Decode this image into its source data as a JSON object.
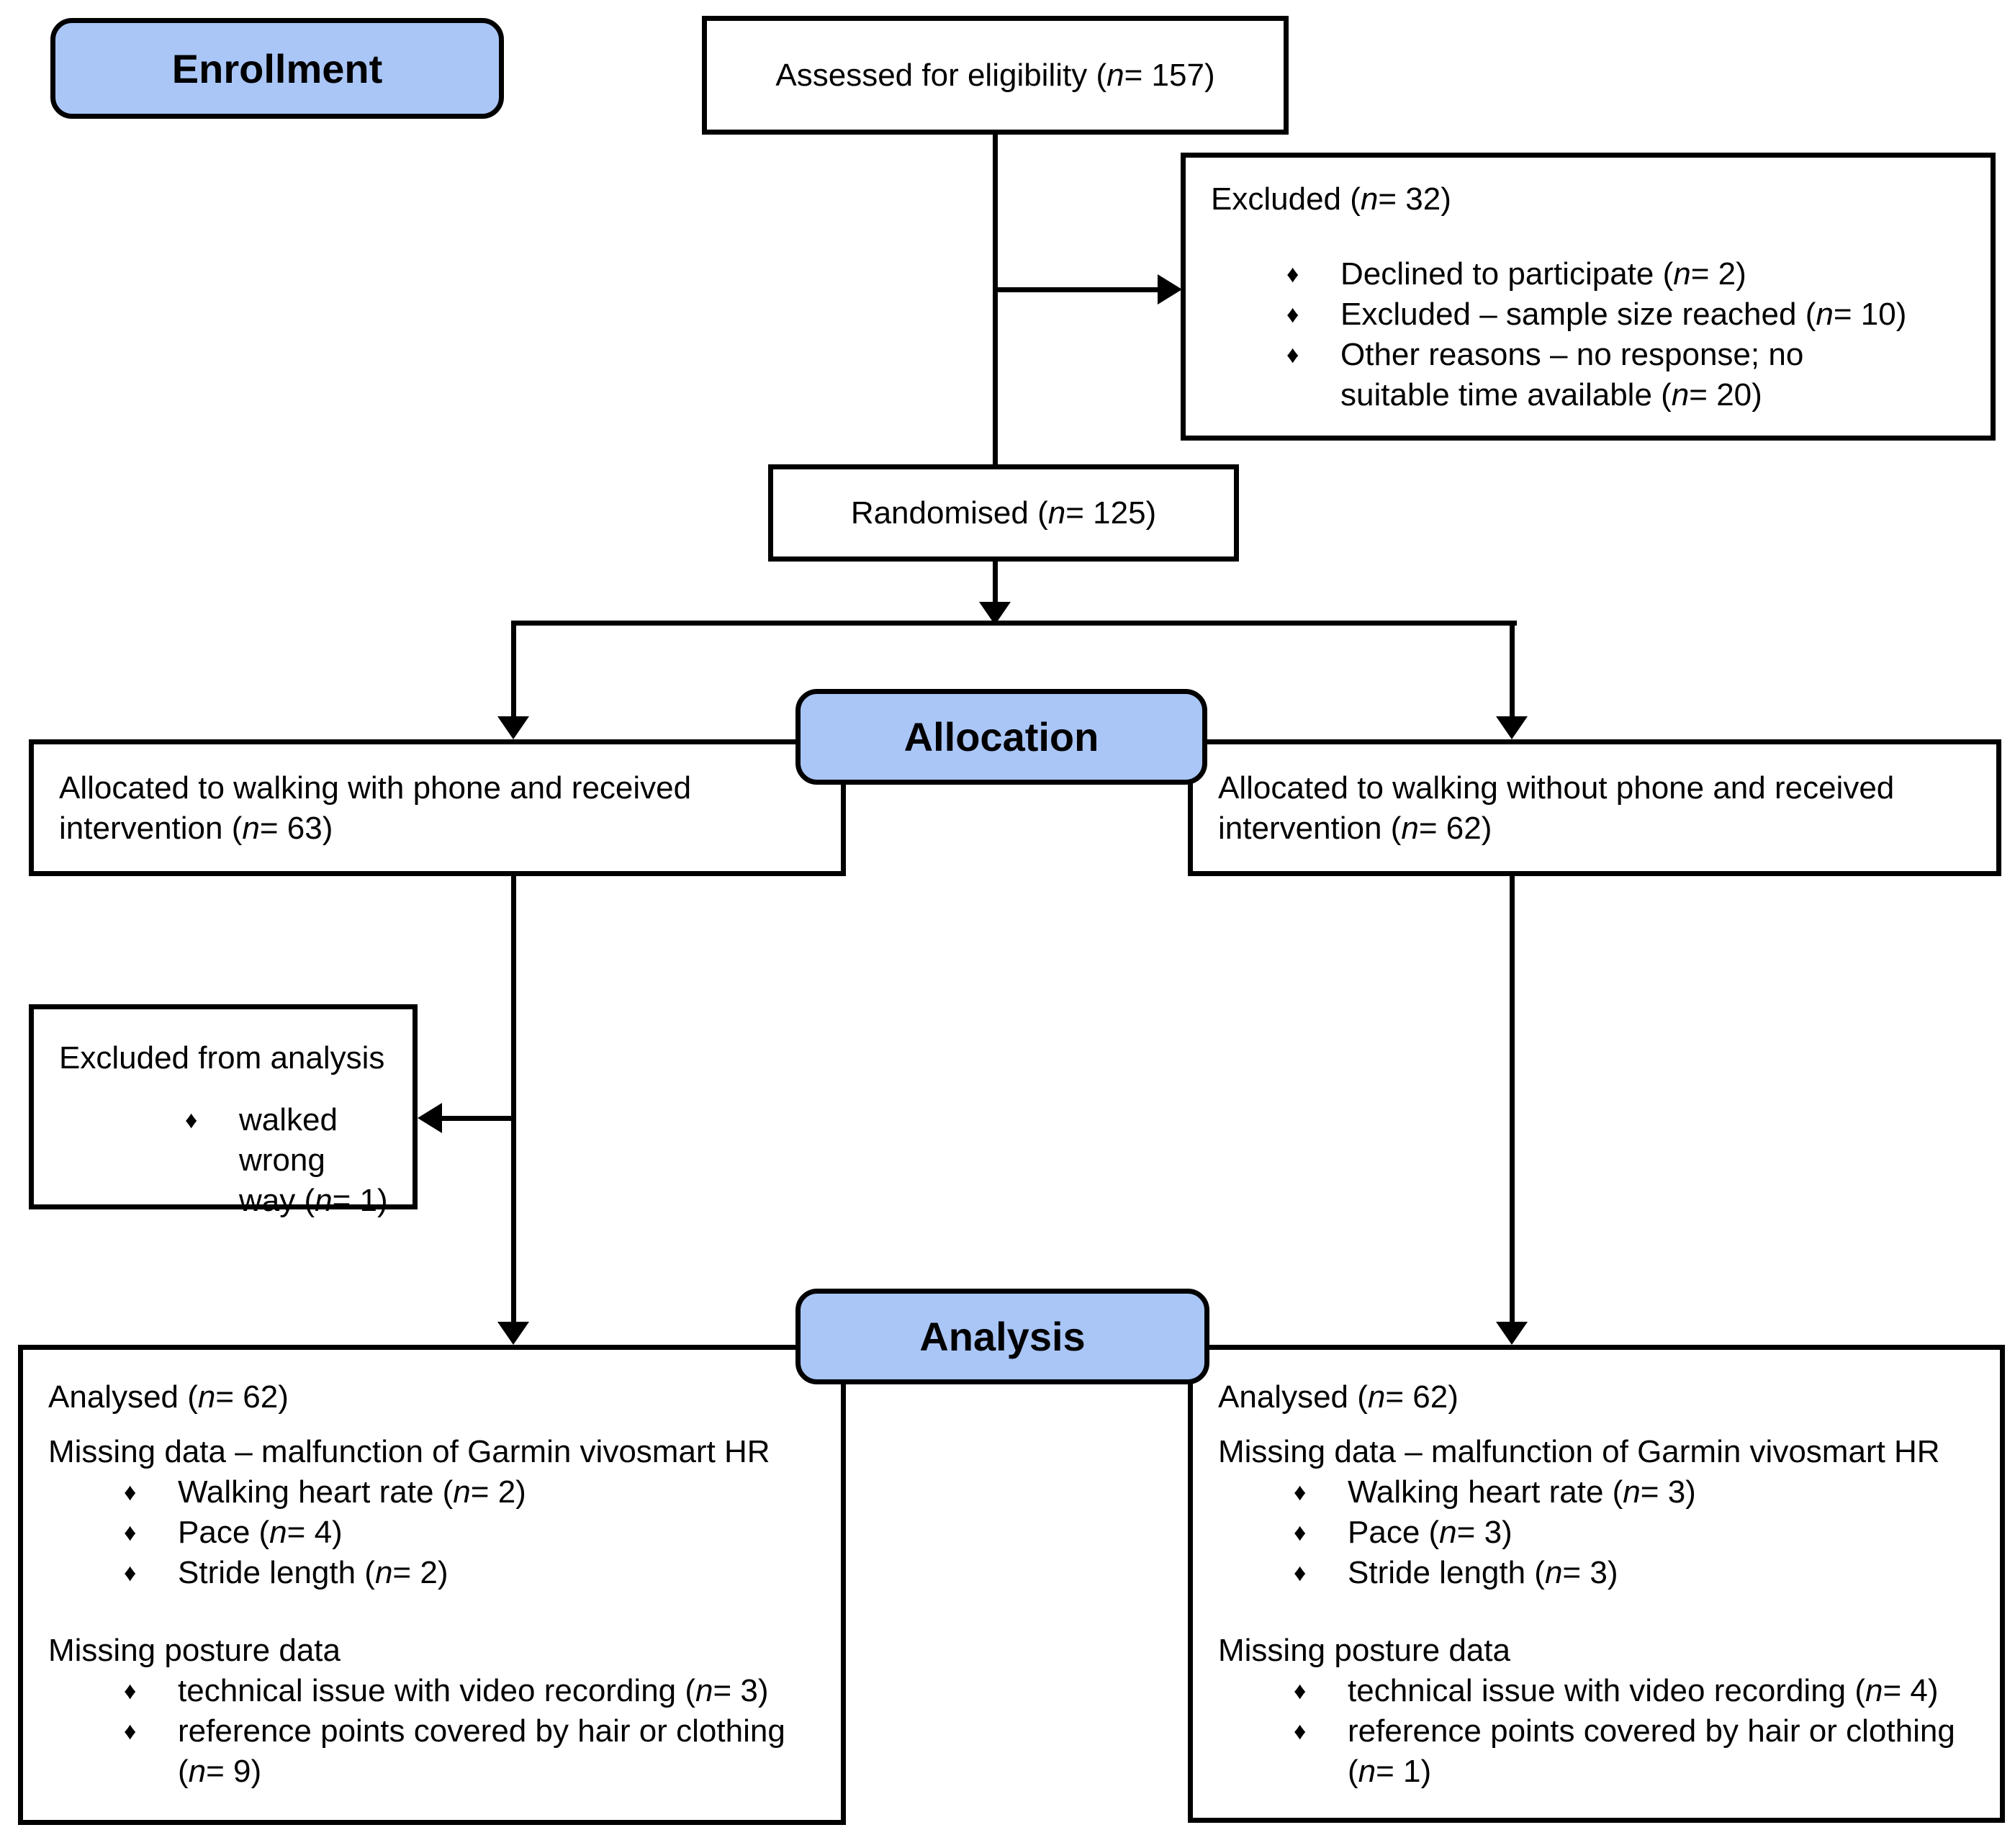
{
  "colors": {
    "label_fill": "#aac6f7",
    "line": "#000000",
    "background": "#ffffff"
  },
  "bullet_char": "♦",
  "sections": {
    "enrollment": "Enrollment",
    "allocation": "Allocation",
    "analysis": "Analysis"
  },
  "boxes": {
    "assessed": {
      "line": [
        {
          "t": "Assessed for eligibility ("
        },
        {
          "t": "n",
          "i": true
        },
        {
          "t": "= 157)"
        }
      ]
    },
    "excluded": {
      "title": [
        {
          "t": "Excluded ("
        },
        {
          "t": "n",
          "i": true
        },
        {
          "t": "= 32)"
        }
      ],
      "bullets": [
        [
          {
            "t": "Declined to participate ("
          },
          {
            "t": "n",
            "i": true
          },
          {
            "t": "= 2)"
          }
        ],
        [
          {
            "t": "Excluded – sample size reached ("
          },
          {
            "t": "n",
            "i": true
          },
          {
            "t": "= 10)"
          }
        ],
        [
          {
            "t": "Other reasons – no response; no"
          },
          {
            "br": true
          },
          {
            "t": "suitable time available ("
          },
          {
            "t": "n",
            "i": true
          },
          {
            "t": "= 20)"
          }
        ]
      ]
    },
    "randomised": {
      "line": [
        {
          "t": "Randomised ("
        },
        {
          "t": "n",
          "i": true
        },
        {
          "t": "= 125)"
        }
      ]
    },
    "alloc_left": {
      "line": [
        {
          "t": "Allocated to walking with phone and received"
        },
        {
          "br": true
        },
        {
          "t": "intervention ("
        },
        {
          "t": "n",
          "i": true
        },
        {
          "t": "= 63)"
        }
      ]
    },
    "alloc_right": {
      "line": [
        {
          "t": "Allocated to walking without phone and received"
        },
        {
          "br": true
        },
        {
          "t": "intervention ("
        },
        {
          "t": "n",
          "i": true
        },
        {
          "t": "= 62)"
        }
      ]
    },
    "excluded_analysis": {
      "title": [
        {
          "t": "Excluded from analysis"
        }
      ],
      "bullets": [
        [
          {
            "t": "walked wrong"
          },
          {
            "br": true
          },
          {
            "t": "way ("
          },
          {
            "t": "n",
            "i": true
          },
          {
            "t": "= 1)"
          }
        ]
      ]
    },
    "analysis_left": {
      "analysed": [
        {
          "t": "Analysed ("
        },
        {
          "t": "n",
          "i": true
        },
        {
          "t": "= 62)"
        }
      ],
      "missing_title": [
        {
          "t": "Missing data – malfunction of Garmin vivosmart HR"
        }
      ],
      "missing_bullets": [
        [
          {
            "t": "Walking heart rate ("
          },
          {
            "t": "n",
            "i": true
          },
          {
            "t": "= 2)"
          }
        ],
        [
          {
            "t": "Pace ("
          },
          {
            "t": "n",
            "i": true
          },
          {
            "t": "= 4)"
          }
        ],
        [
          {
            "t": "Stride length ("
          },
          {
            "t": "n",
            "i": true
          },
          {
            "t": "= 2)"
          }
        ]
      ],
      "posture_title": [
        {
          "t": "Missing posture data"
        }
      ],
      "posture_bullets": [
        [
          {
            "t": "technical issue with video recording ("
          },
          {
            "t": "n",
            "i": true
          },
          {
            "t": "= 3)"
          }
        ],
        [
          {
            "t": "reference points covered by hair or clothing"
          },
          {
            "br": true
          },
          {
            "t": "("
          },
          {
            "t": "n",
            "i": true
          },
          {
            "t": "= 9)"
          }
        ]
      ]
    },
    "analysis_right": {
      "analysed": [
        {
          "t": "Analysed ("
        },
        {
          "t": "n",
          "i": true
        },
        {
          "t": "= 62)"
        }
      ],
      "missing_title": [
        {
          "t": "Missing data – malfunction of Garmin vivosmart HR"
        }
      ],
      "missing_bullets": [
        [
          {
            "t": "Walking heart rate ("
          },
          {
            "t": "n",
            "i": true
          },
          {
            "t": "= 3)"
          }
        ],
        [
          {
            "t": "Pace ("
          },
          {
            "t": "n",
            "i": true
          },
          {
            "t": "= 3)"
          }
        ],
        [
          {
            "t": "Stride length ("
          },
          {
            "t": "n",
            "i": true
          },
          {
            "t": "= 3)"
          }
        ]
      ],
      "posture_title": [
        {
          "t": "Missing posture data"
        }
      ],
      "posture_bullets": [
        [
          {
            "t": "technical issue with video recording ("
          },
          {
            "t": "n",
            "i": true
          },
          {
            "t": "= 4)"
          }
        ],
        [
          {
            "t": "reference points covered by hair or clothing"
          },
          {
            "br": true
          },
          {
            "t": "("
          },
          {
            "t": "n",
            "i": true
          },
          {
            "t": "= 1)"
          }
        ]
      ]
    }
  }
}
